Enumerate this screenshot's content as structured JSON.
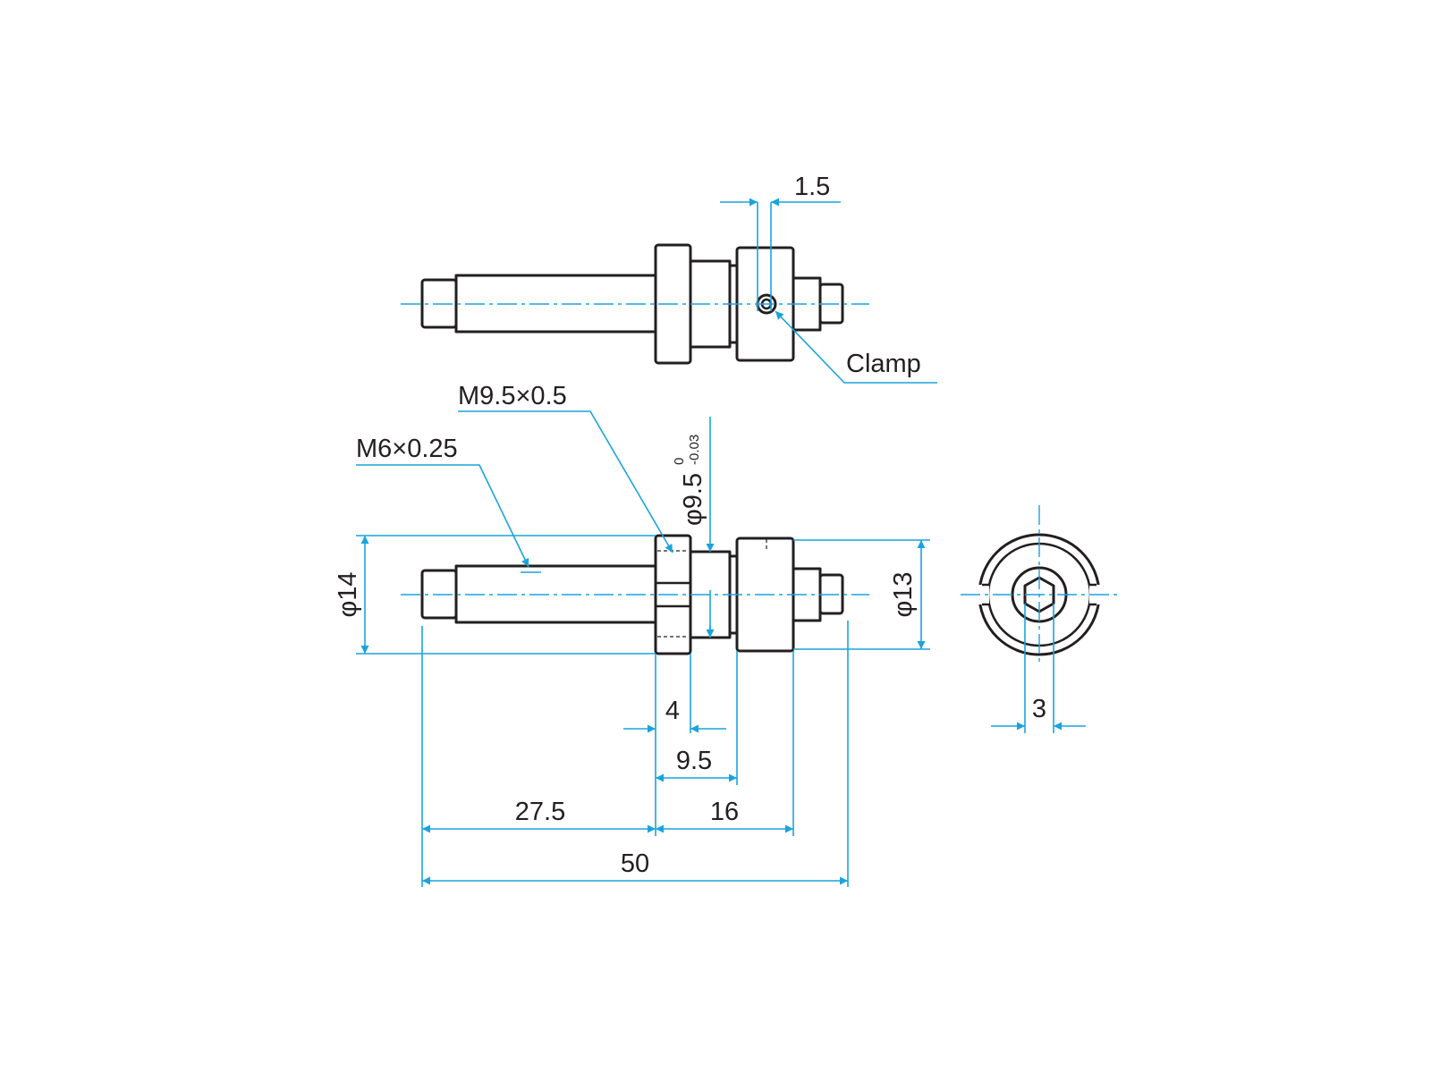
{
  "labels": {
    "top_offset": "1.5",
    "clamp": "Clamp",
    "thread_large": "M9.5×0.5",
    "thread_small": "M6×0.25",
    "dia_body_base": "φ9.5",
    "dia_body_tol_upper": "0",
    "dia_body_tol_lower": "-0.03",
    "dia_flange": "φ14",
    "dia_clamp": "φ13",
    "len_flange": "4",
    "len_neck": "9.5",
    "len_shaft": "27.5",
    "len_right": "16",
    "len_total": "50",
    "hex_size": "3"
  },
  "colors": {
    "part_outline": "#231f20",
    "dimension": "#1aa3dd",
    "background": "#ffffff"
  }
}
